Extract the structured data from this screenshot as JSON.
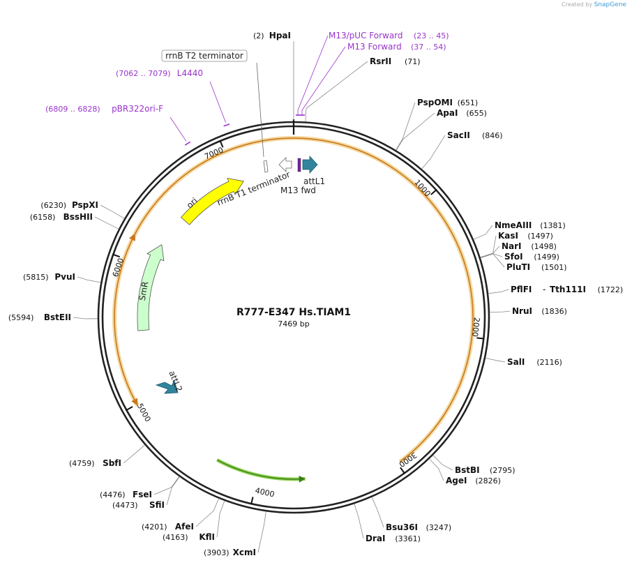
{
  "credit": {
    "prefix": "Created by",
    "brand": "SnapGene"
  },
  "plasmid": {
    "name": "R777-E347 Hs.TIAM1",
    "size_label": "7469 bp",
    "length": 7469
  },
  "ticks": [
    "1000",
    "2000",
    "3000",
    "4000",
    "5000",
    "6000",
    "7000"
  ],
  "sites": [
    {
      "name": "HpaI",
      "pos": "(2)"
    },
    {
      "name": "RsrII",
      "pos": "(71)"
    },
    {
      "name": "PspOMI",
      "pos": "(651)"
    },
    {
      "name": "ApaI",
      "pos": "(655)"
    },
    {
      "name": "SacII",
      "pos": "(846)"
    },
    {
      "name": "NmeAIII",
      "pos": "(1381)"
    },
    {
      "name": "KasI",
      "pos": "(1497)"
    },
    {
      "name": "NarI",
      "pos": "(1498)"
    },
    {
      "name": "SfoI",
      "pos": "(1499)"
    },
    {
      "name": "PluTI",
      "pos": "(1501)"
    },
    {
      "name": "PflFI",
      "pos": "(1722)",
      "name2": "Tth111I",
      "sep": "-"
    },
    {
      "name": "NruI",
      "pos": "(1836)"
    },
    {
      "name": "SalI",
      "pos": "(2116)"
    },
    {
      "name": "BstBI",
      "pos": "(2795)"
    },
    {
      "name": "AgeI",
      "pos": "(2826)"
    },
    {
      "name": "Bsu36I",
      "pos": "(3247)"
    },
    {
      "name": "DraI",
      "pos": "(3361)"
    },
    {
      "name": "XcmI",
      "pos": "(3903)"
    },
    {
      "name": "KflI",
      "pos": "(4163)"
    },
    {
      "name": "AfeI",
      "pos": "(4201)"
    },
    {
      "name": "SfiI",
      "pos": "(4473)"
    },
    {
      "name": "FseI",
      "pos": "(4476)"
    },
    {
      "name": "SbfI",
      "pos": "(4759)"
    },
    {
      "name": "BstEII",
      "pos": "(5594)"
    },
    {
      "name": "PvuI",
      "pos": "(5815)"
    },
    {
      "name": "BssHII",
      "pos": "(6158)"
    },
    {
      "name": "PspXI",
      "pos": "(6230)"
    }
  ],
  "primers": [
    {
      "name": "M13/pUC Forward",
      "range": "(23 .. 45)"
    },
    {
      "name": "M13 Forward",
      "range": "(37 .. 54)"
    },
    {
      "name": "L4440",
      "range": "(7062 .. 7079)"
    },
    {
      "name": "pBR322ori-F",
      "range": "(6809 .. 6828)"
    }
  ],
  "features": {
    "terminator_t2": "rrnB T2 terminator",
    "terminator_t1": "rrnB T1 terminator",
    "attl1": "attL1",
    "m13fwd": "M13 fwd",
    "ori": "ori",
    "smr": "SmR",
    "attl2": "attL2"
  },
  "colors": {
    "backbone": "#222222",
    "orf_fill": "#f5d9a0",
    "orf_line": "#c8781e",
    "ori": "#ffff00",
    "smr": "#ccffcc",
    "att": "#31849b",
    "primer": "#9933cc",
    "green_arrow": "#8fd14f"
  }
}
